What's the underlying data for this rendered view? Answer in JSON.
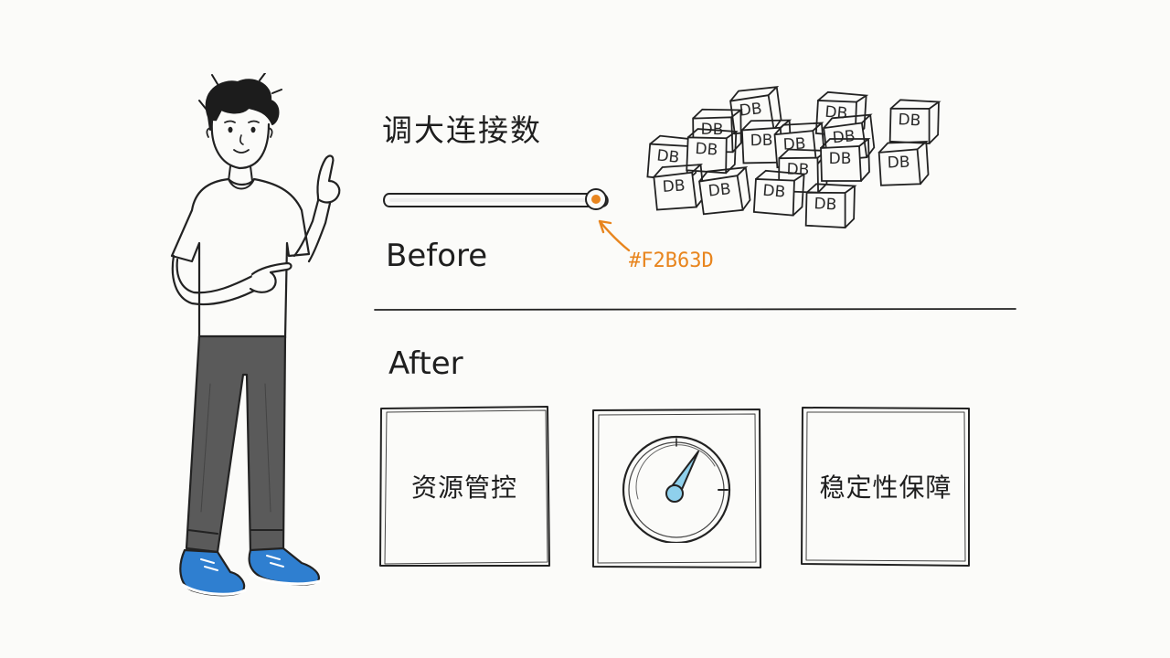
{
  "title": "调大连接数",
  "slider": {
    "value": 0.98,
    "accent_color": "#F2B63D",
    "knob_color": "#E8851E",
    "color_annotation": "#F2B63D"
  },
  "sections": {
    "before_label": "Before",
    "after_label": "After"
  },
  "db_cluster": {
    "block_label": "DB",
    "labels": [
      "DB",
      "DB",
      "DB",
      "DB",
      "DB",
      "DB",
      "DB",
      "DB",
      "DB",
      "DB",
      "DB",
      "DB",
      "DB",
      "DB",
      "DB",
      "DB"
    ]
  },
  "cards": [
    {
      "label": "资源管控"
    },
    {
      "label": "",
      "icon": "gauge-icon",
      "needle_color": "#8FD0EC"
    },
    {
      "label": "稳定性保障"
    }
  ],
  "character": {
    "shoe_color": "#2F7FD0",
    "pants_color": "#5A5A5A"
  }
}
